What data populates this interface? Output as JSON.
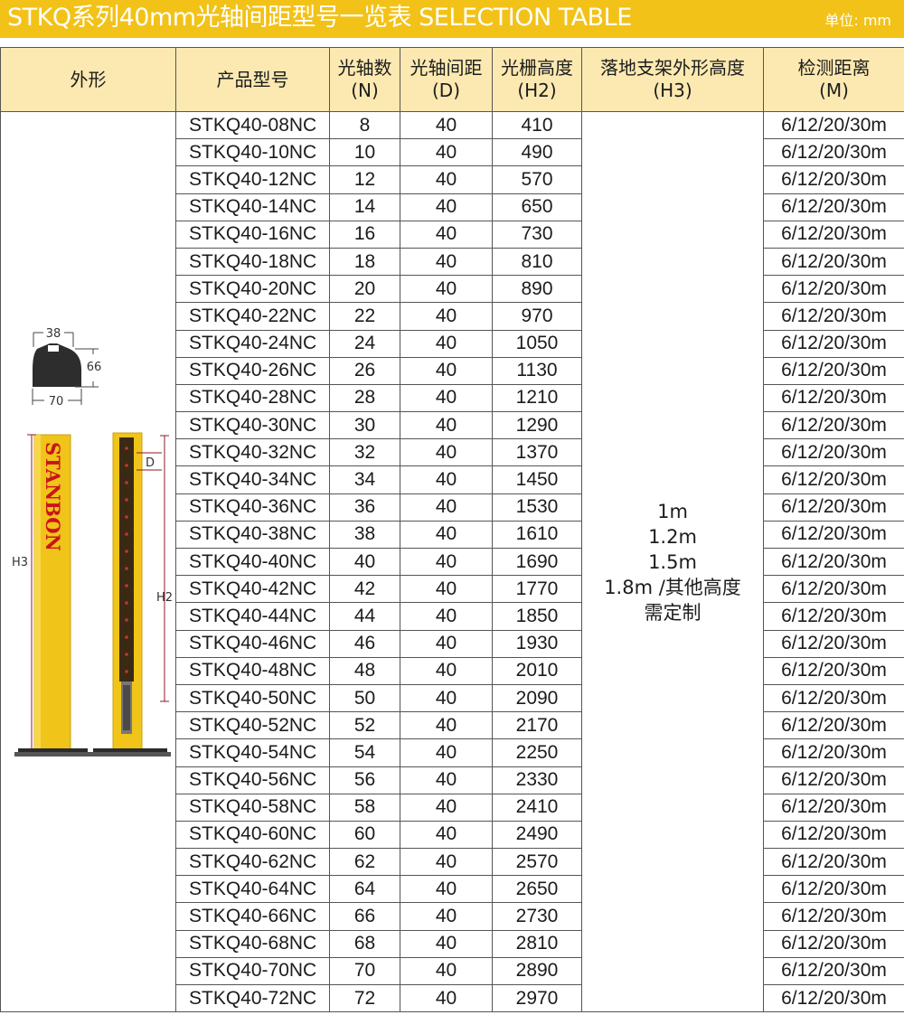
{
  "header": {
    "title": "STKQ系列40mm光轴间距型号一览表 SELECTION TABLE",
    "unit": "单位: mm"
  },
  "table": {
    "columns": [
      {
        "line1": "外形",
        "line2": ""
      },
      {
        "line1": "产品型号",
        "line2": ""
      },
      {
        "line1": "光轴数",
        "line2": "(N)"
      },
      {
        "line1": "光轴间距",
        "line2": "(D)"
      },
      {
        "line1": "光栅高度",
        "line2": "(H2)"
      },
      {
        "line1": "落地支架外形高度",
        "line2": "(H3)"
      },
      {
        "line1": "检测距离",
        "line2": "(M)"
      }
    ],
    "h3_values": [
      "1m",
      "1.2m",
      "1.5m",
      "1.8m /其他高度",
      "需定制"
    ],
    "rows": [
      {
        "model": "STKQ40-08NC",
        "n": "8",
        "d": "40",
        "h2": "410",
        "m": "6/12/20/30m"
      },
      {
        "model": "STKQ40-10NC",
        "n": "10",
        "d": "40",
        "h2": "490",
        "m": "6/12/20/30m"
      },
      {
        "model": "STKQ40-12NC",
        "n": "12",
        "d": "40",
        "h2": "570",
        "m": "6/12/20/30m"
      },
      {
        "model": "STKQ40-14NC",
        "n": "14",
        "d": "40",
        "h2": "650",
        "m": "6/12/20/30m"
      },
      {
        "model": "STKQ40-16NC",
        "n": "16",
        "d": "40",
        "h2": "730",
        "m": "6/12/20/30m"
      },
      {
        "model": "STKQ40-18NC",
        "n": "18",
        "d": "40",
        "h2": "810",
        "m": "6/12/20/30m"
      },
      {
        "model": "STKQ40-20NC",
        "n": "20",
        "d": "40",
        "h2": "890",
        "m": "6/12/20/30m"
      },
      {
        "model": "STKQ40-22NC",
        "n": "22",
        "d": "40",
        "h2": "970",
        "m": "6/12/20/30m"
      },
      {
        "model": "STKQ40-24NC",
        "n": "24",
        "d": "40",
        "h2": "1050",
        "m": "6/12/20/30m"
      },
      {
        "model": "STKQ40-26NC",
        "n": "26",
        "d": "40",
        "h2": "1130",
        "m": "6/12/20/30m"
      },
      {
        "model": "STKQ40-28NC",
        "n": "28",
        "d": "40",
        "h2": "1210",
        "m": "6/12/20/30m"
      },
      {
        "model": "STKQ40-30NC",
        "n": "30",
        "d": "40",
        "h2": "1290",
        "m": "6/12/20/30m"
      },
      {
        "model": "STKQ40-32NC",
        "n": "32",
        "d": "40",
        "h2": "1370",
        "m": "6/12/20/30m"
      },
      {
        "model": "STKQ40-34NC",
        "n": "34",
        "d": "40",
        "h2": "1450",
        "m": "6/12/20/30m"
      },
      {
        "model": "STKQ40-36NC",
        "n": "36",
        "d": "40",
        "h2": "1530",
        "m": "6/12/20/30m"
      },
      {
        "model": "STKQ40-38NC",
        "n": "38",
        "d": "40",
        "h2": "1610",
        "m": "6/12/20/30m"
      },
      {
        "model": "STKQ40-40NC",
        "n": "40",
        "d": "40",
        "h2": "1690",
        "m": "6/12/20/30m"
      },
      {
        "model": "STKQ40-42NC",
        "n": "42",
        "d": "40",
        "h2": "1770",
        "m": "6/12/20/30m"
      },
      {
        "model": "STKQ40-44NC",
        "n": "44",
        "d": "40",
        "h2": "1850",
        "m": "6/12/20/30m"
      },
      {
        "model": "STKQ40-46NC",
        "n": "46",
        "d": "40",
        "h2": "1930",
        "m": "6/12/20/30m"
      },
      {
        "model": "STKQ40-48NC",
        "n": "48",
        "d": "40",
        "h2": "2010",
        "m": "6/12/20/30m"
      },
      {
        "model": "STKQ40-50NC",
        "n": "50",
        "d": "40",
        "h2": "2090",
        "m": "6/12/20/30m"
      },
      {
        "model": "STKQ40-52NC",
        "n": "52",
        "d": "40",
        "h2": "2170",
        "m": "6/12/20/30m"
      },
      {
        "model": "STKQ40-54NC",
        "n": "54",
        "d": "40",
        "h2": "2250",
        "m": "6/12/20/30m"
      },
      {
        "model": "STKQ40-56NC",
        "n": "56",
        "d": "40",
        "h2": "2330",
        "m": "6/12/20/30m"
      },
      {
        "model": "STKQ40-58NC",
        "n": "58",
        "d": "40",
        "h2": "2410",
        "m": "6/12/20/30m"
      },
      {
        "model": "STKQ40-60NC",
        "n": "60",
        "d": "40",
        "h2": "2490",
        "m": "6/12/20/30m"
      },
      {
        "model": "STKQ40-62NC",
        "n": "62",
        "d": "40",
        "h2": "2570",
        "m": "6/12/20/30m"
      },
      {
        "model": "STKQ40-64NC",
        "n": "64",
        "d": "40",
        "h2": "2650",
        "m": "6/12/20/30m"
      },
      {
        "model": "STKQ40-66NC",
        "n": "66",
        "d": "40",
        "h2": "2730",
        "m": "6/12/20/30m"
      },
      {
        "model": "STKQ40-68NC",
        "n": "68",
        "d": "40",
        "h2": "2810",
        "m": "6/12/20/30m"
      },
      {
        "model": "STKQ40-70NC",
        "n": "70",
        "d": "40",
        "h2": "2890",
        "m": "6/12/20/30m"
      },
      {
        "model": "STKQ40-72NC",
        "n": "72",
        "d": "40",
        "h2": "2970",
        "m": "6/12/20/30m"
      }
    ]
  },
  "diagram": {
    "top_view": {
      "width_top": "38",
      "height": "66",
      "width_bottom": "70"
    },
    "brand": "STANBON",
    "dim_labels": {
      "spacing": "D",
      "grating_height": "H2",
      "stand_height": "H3"
    }
  },
  "colors": {
    "accent": "#f2c218",
    "header_fill": "#fce9b1",
    "pole": "#f0c419",
    "brand_text": "#c9141b",
    "base": "#2b2b2b"
  }
}
